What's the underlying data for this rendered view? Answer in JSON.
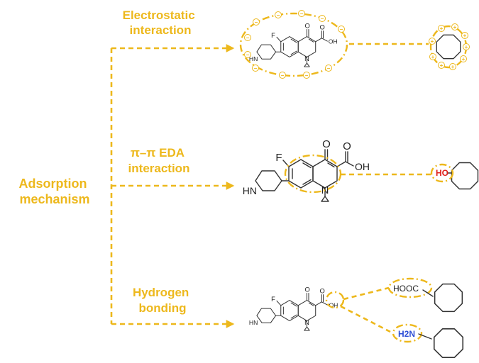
{
  "root_label": [
    "Adsorption",
    "mechanism"
  ],
  "branches": [
    {
      "label": [
        "Electrostatic",
        "interaction"
      ]
    },
    {
      "label": [
        "π–π EDA",
        "interaction"
      ]
    },
    {
      "label": [
        "Hydrogen",
        "bonding"
      ]
    }
  ],
  "molecule_atoms": {
    "fluorine": "F",
    "oxygen": "O",
    "hydroxyl": "OH",
    "ring_nitrogen": "N",
    "amine": "HN"
  },
  "adsorbent_groups": {
    "hydroxyl": "HO",
    "carboxyl": "HOOC",
    "amine": "H2N"
  },
  "charges": {
    "negative": "−",
    "positive": "+"
  },
  "colors": {
    "accent": "#EDB81C",
    "hydroxyl_group": "#E0201B",
    "amine_group": "#2E4FD6",
    "bonds": "#333333"
  }
}
